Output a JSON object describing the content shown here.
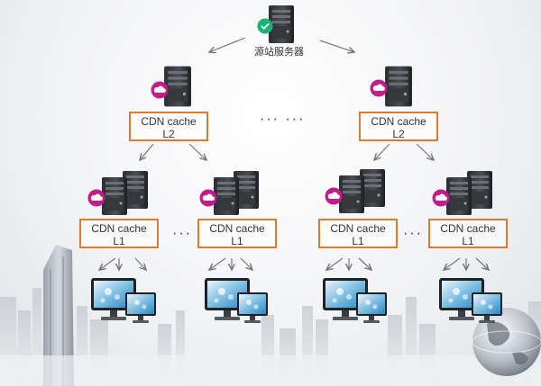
{
  "origin": {
    "label": "源站服务器"
  },
  "l2_nodes": [
    {
      "line1": "CDN cache",
      "line2": "L2"
    },
    {
      "line1": "CDN cache",
      "line2": "L2"
    }
  ],
  "l1_nodes": [
    {
      "line1": "CDN cache",
      "line2": "L1"
    },
    {
      "line1": "CDN cache",
      "line2": "L1"
    },
    {
      "line1": "CDN cache",
      "line2": "L1"
    },
    {
      "line1": "CDN cache",
      "line2": "L1"
    }
  ],
  "ellipsis": {
    "l2": "··· ···",
    "l1": "···"
  },
  "colors": {
    "label_border": "#e07b2e",
    "badge_magenta": "#c21b8a",
    "badge_green": "#19b37a",
    "arrow": "#777777"
  }
}
